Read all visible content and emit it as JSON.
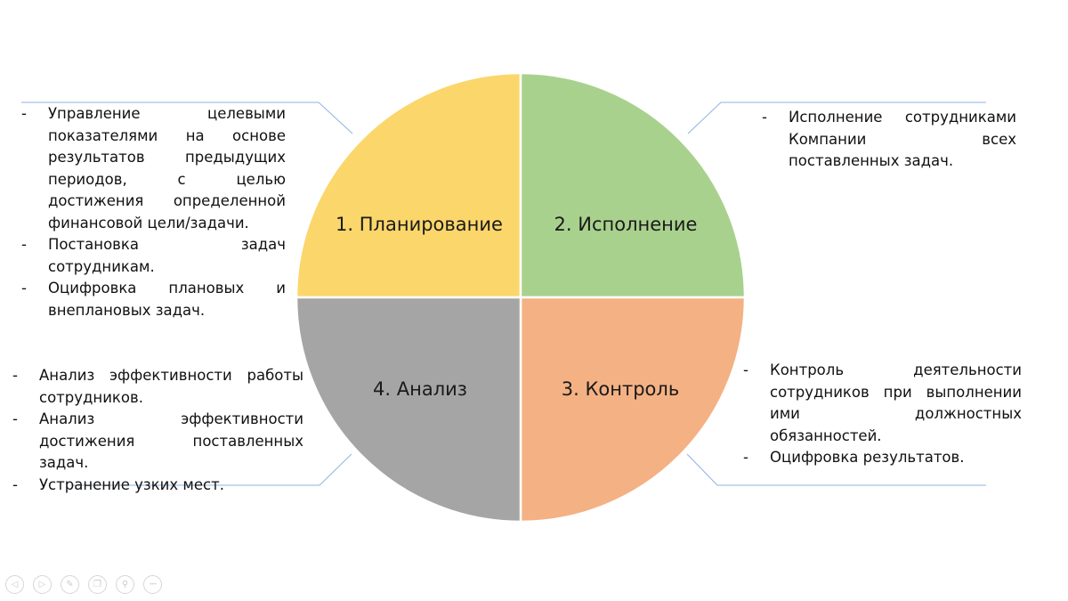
{
  "diagram": {
    "quadrants": [
      {
        "key": "planning",
        "label": "1. Планирование",
        "color": "#fbd66b"
      },
      {
        "key": "execution",
        "label": "2. Исполнение",
        "color": "#a9d18e"
      },
      {
        "key": "control",
        "label": "3. Контроль",
        "color": "#f4b184"
      },
      {
        "key": "analysis",
        "label": "4. Анализ",
        "color": "#a5a5a5"
      }
    ],
    "connector_color": "#8db3e2"
  },
  "lists": {
    "planning": [
      "Управление целевыми показателями на основе результатов предыдущих периодов, с целью достижения определенной финансовой цели/задачи.",
      "Постановка задач сотрудникам.",
      "Оцифровка плановых и внеплановых задач."
    ],
    "execution": [
      "Исполнение сотрудниками Компании всех поставленных задач."
    ],
    "analysis": [
      "Анализ эффективности работы сотрудников.",
      "Анализ эффективности достижения поставленных задач.",
      "Устранение узких мест."
    ],
    "control": [
      "Контроль деятельности сотрудников при выполнении ими должностных обязанностей.",
      "Оцифровка результатов."
    ]
  },
  "bullet_marker": "-",
  "slideshow_controls": [
    {
      "icon": "previous-icon",
      "glyph": "◁"
    },
    {
      "icon": "next-icon",
      "glyph": "▷"
    },
    {
      "icon": "pen-icon",
      "glyph": "✎"
    },
    {
      "icon": "slides-icon",
      "glyph": "❐"
    },
    {
      "icon": "zoom-icon",
      "glyph": "⚲"
    },
    {
      "icon": "more-icon",
      "glyph": "•••"
    }
  ]
}
